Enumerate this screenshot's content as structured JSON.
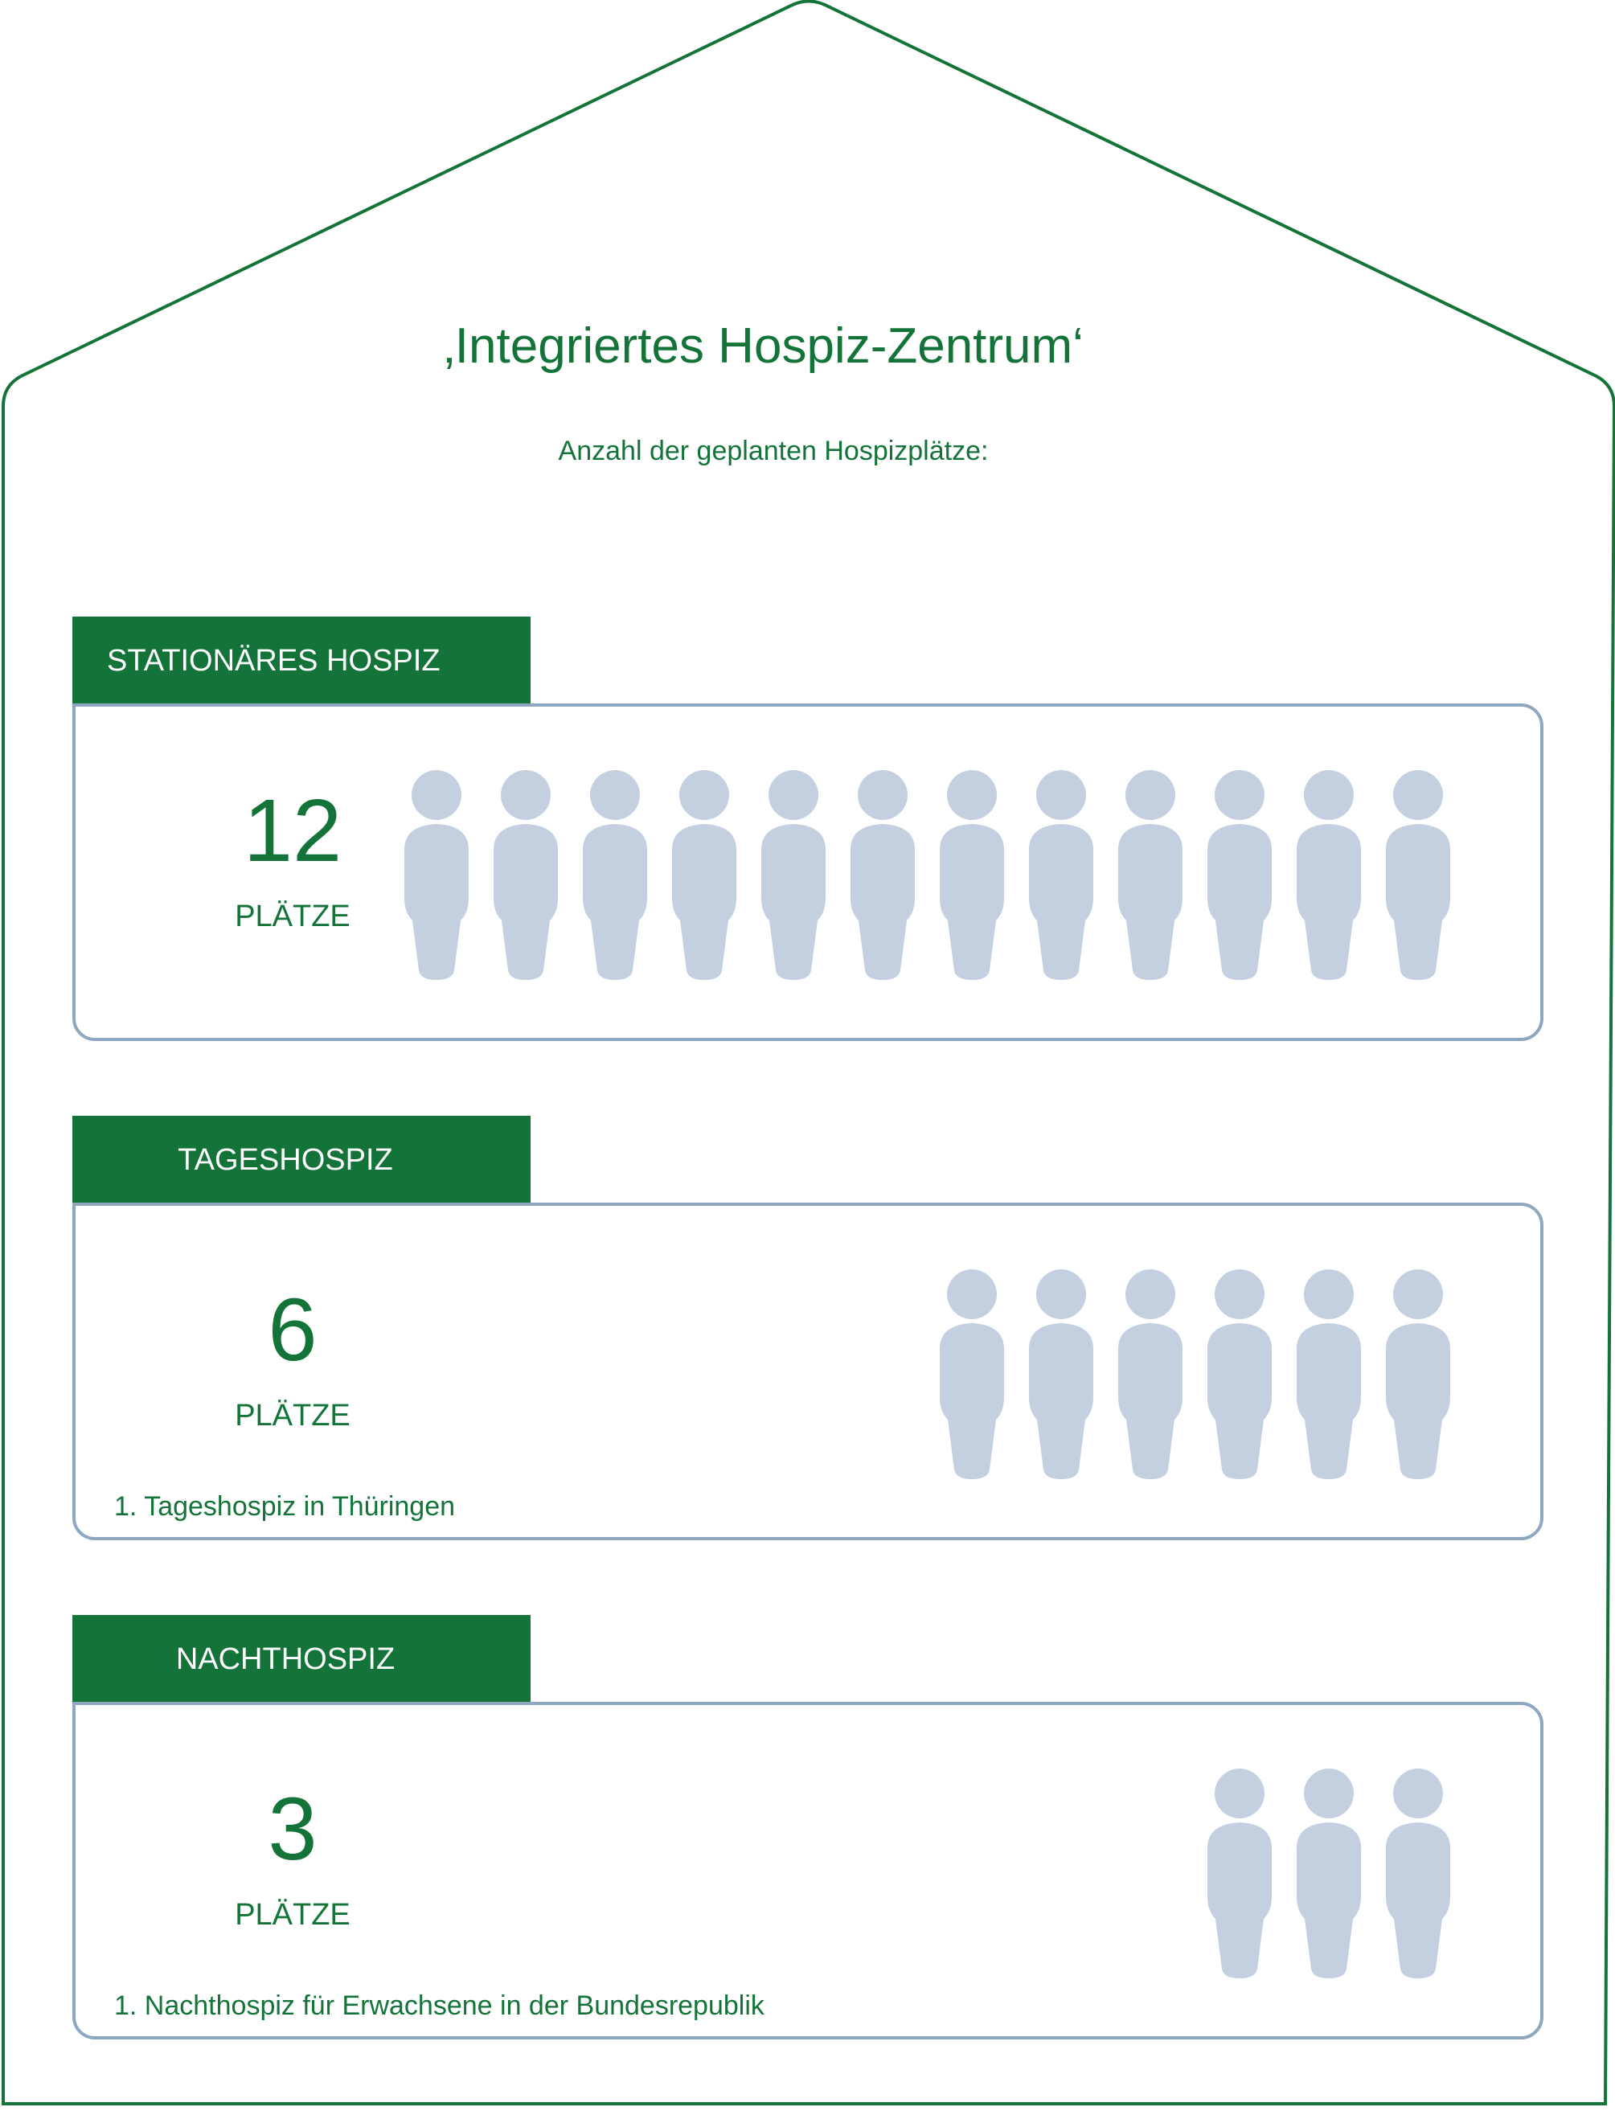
{
  "title": "‚Integriertes Hospiz-Zentrum‘",
  "subtitle": "Anzahl der geplanten Hospizplätze:",
  "colors": {
    "accent_green": "#137339",
    "person_fill": "#c4cfe0",
    "card_border": "#8ea7c0"
  },
  "icon": "person-icon",
  "sections": [
    {
      "label": "STATIONÄRES HOSPIZ",
      "count": 12,
      "count_text": "12",
      "unit": "PLÄTZE",
      "note": ""
    },
    {
      "label": "TAGESHOSPIZ",
      "count": 6,
      "count_text": "6",
      "unit": "PLÄTZE",
      "note": "1. Tageshospiz in Thüringen"
    },
    {
      "label": "NACHTHOSPIZ",
      "count": 3,
      "count_text": "3",
      "unit": "PLÄTZE",
      "note": "1. Nachthospiz für Erwachsene in der Bundesrepublik"
    }
  ]
}
